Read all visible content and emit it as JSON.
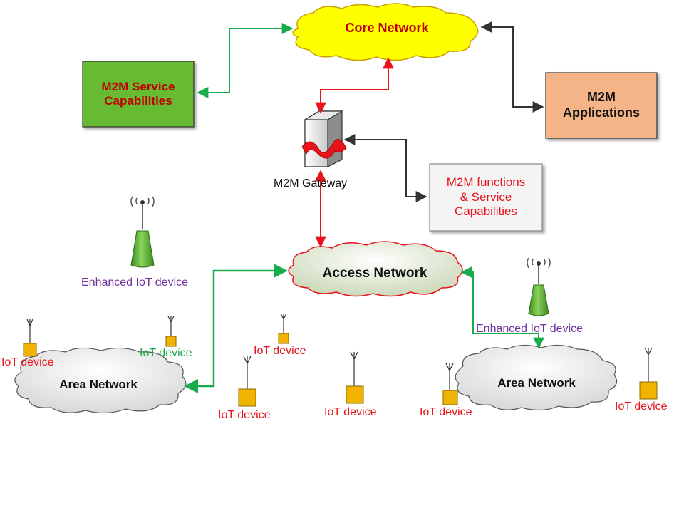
{
  "core_network": {
    "label": "Core Network"
  },
  "service_capabilities": {
    "label": "M2M Service\nCapabilities"
  },
  "applications": {
    "label": "M2M\nApplications"
  },
  "gateway": {
    "label": "M2M Gateway"
  },
  "functions_box": {
    "label": "M2M functions\n& Service\nCapabilities"
  },
  "access_network": {
    "label": "Access Network"
  },
  "area_network_left": {
    "label": "Area Network"
  },
  "area_network_right": {
    "label": "Area Network"
  },
  "enhanced_devices": [
    {
      "label": "Enhanced IoT device"
    },
    {
      "label": "Enhanced IoT device"
    }
  ],
  "iot_devices": [
    {
      "label": "IoT device"
    },
    {
      "label": "IoT device"
    },
    {
      "label": "IoT device"
    },
    {
      "label": "IoT device"
    },
    {
      "label": "IoT device"
    },
    {
      "label": "IoT device"
    },
    {
      "label": "IoT device"
    }
  ],
  "colors": {
    "green_arrow": "#1aab4b",
    "red_arrow": "#e8131b",
    "dark_arrow": "#333333",
    "core_fill": "#ffff00",
    "core_text": "#c00000",
    "service_fill": "#66bb33",
    "service_text": "#c00000",
    "applications_fill": "#f5b488",
    "functions_text": "#e8131b",
    "iot_label": "#e8131b",
    "iot_label_green": "#1aab4b",
    "enhanced_label": "#7030a0",
    "device_fill": "#f0b400",
    "antenna_fill": "#5aa832"
  }
}
